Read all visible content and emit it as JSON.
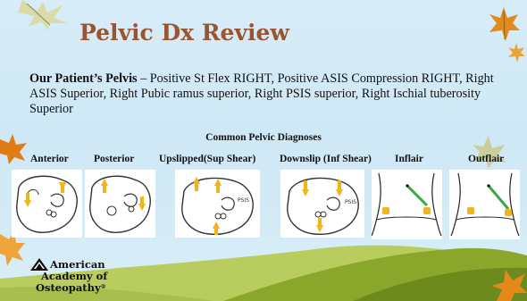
{
  "slide": {
    "title": "Pelvic Dx Review",
    "patient": {
      "label": "Our Patient’s Pelvis",
      "text": " – Positive St Flex RIGHT, Positive ASIS Compression RIGHT, Right ASIS Superior,  Right Pubic ramus superior, Right PSIS superior, Right Ischial tuberosity Superior"
    },
    "subheading": "Common Pelvic Diagnoses",
    "diagnoses": [
      {
        "label": "Anterior"
      },
      {
        "label": "Posterior"
      },
      {
        "label": "Upslipped(Sup Shear)"
      },
      {
        "label": "Downslip (Inf Shear)"
      },
      {
        "label": "Inflair"
      },
      {
        "label": "Outflair"
      }
    ],
    "diagram_text": {
      "psis": "PSIS"
    },
    "logo": {
      "line1": "American",
      "line2": "Academy of",
      "line3": "Osteopathy",
      "mark": "®"
    }
  },
  "colors": {
    "title": "#9a5530",
    "background": "#d7edf8",
    "arrow": "#f2b41c",
    "green_line": "#3aa845",
    "hill_light": "#b7c95a",
    "hill_dark": "#6b8a1f"
  }
}
